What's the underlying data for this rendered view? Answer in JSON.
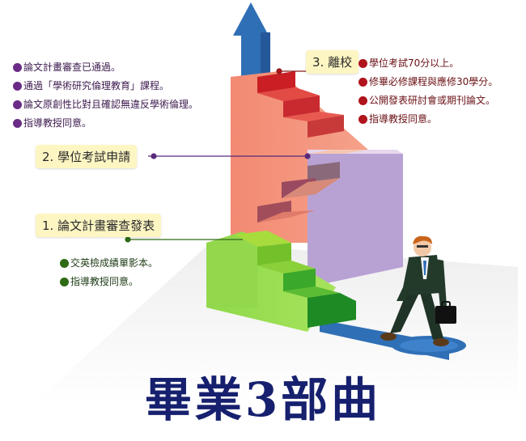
{
  "stages": [
    {
      "label": "1. 論文計畫審查發表",
      "items": [
        "交英檢成績單影本。",
        "指導教授同意。"
      ]
    },
    {
      "label": "2. 學位考試申請",
      "items": [
        "論文計畫審查已通過。",
        "通過「學術研究倫理教育」課程。",
        "論文原創性比對且確認無違反學術倫理。",
        "指導教授同意。"
      ]
    },
    {
      "label": "3. 離校",
      "items": [
        "學位考試70分以上。",
        "修畢必修課程與應修30學分。",
        "公開發表研討會或期刊論文。",
        "指導教授同意。"
      ]
    }
  ],
  "title": "畢業3部曲",
  "colors": {
    "stage1": "#7ccf3a",
    "stage2": "#b49ccf",
    "stage3": "#f0806a",
    "arrow": "#2f6fb5",
    "title": "#16206e"
  }
}
